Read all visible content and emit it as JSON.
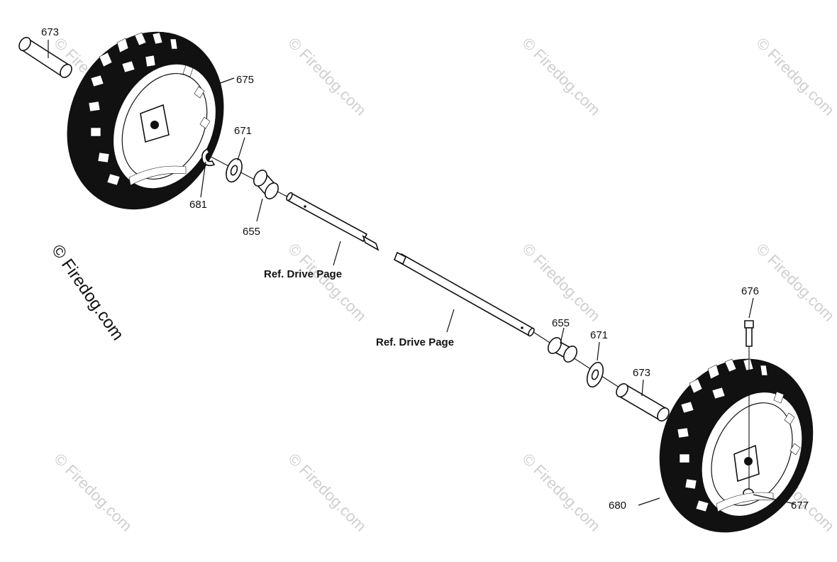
{
  "callouts": {
    "c673_top": "673",
    "c675": "675",
    "c671_top": "671",
    "c681": "681",
    "c655_top": "655",
    "ref_drive_left": "Ref. Drive Page",
    "ref_drive_right": "Ref. Drive Page",
    "c655_bottom": "655",
    "c671_bottom": "671",
    "c673_bottom": "673",
    "c676": "676",
    "c680": "680",
    "c677": "677"
  },
  "watermark": {
    "text": "© Firedog.com",
    "side_text": "© Firedog.com"
  },
  "colors": {
    "ink": "#111111",
    "watermark": "#cfcfcf",
    "background": "#ffffff"
  }
}
